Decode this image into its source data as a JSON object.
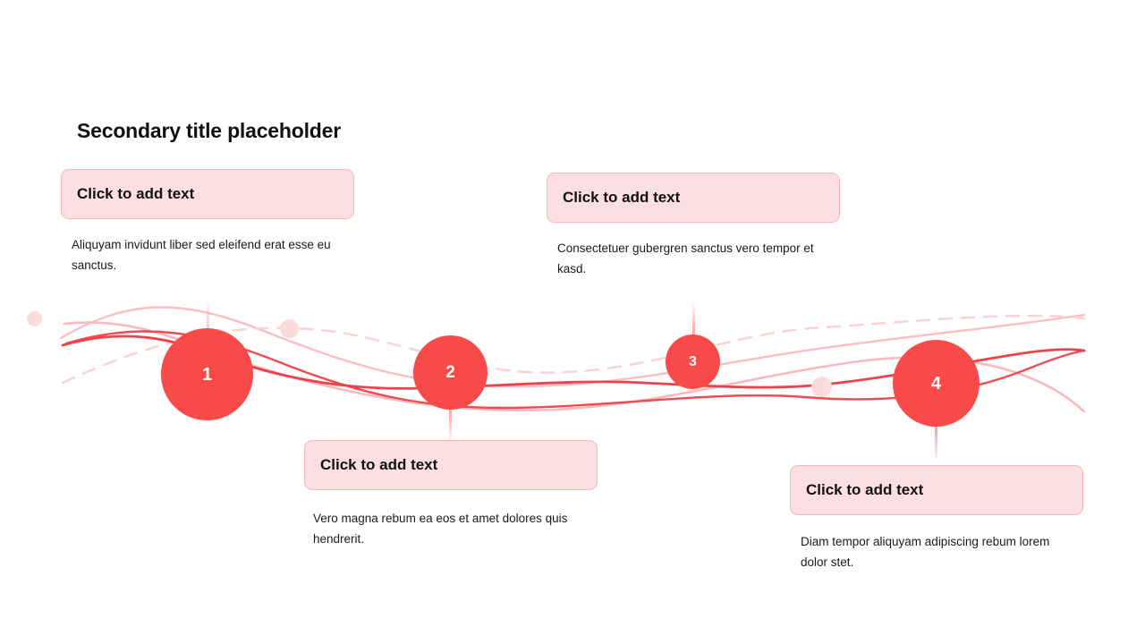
{
  "slide": {
    "title": "Secondary title placeholder",
    "background_color": "#ffffff",
    "accent_color": "#f94a4a",
    "card_fill_color": "#fcdfe2",
    "card_border_color": "#f6b8bd",
    "dot_color": "#fbdcdc"
  },
  "steps": [
    {
      "number": "1",
      "card_label": "Click to add text",
      "description": "Aliquyam invidunt liber sed eleifend erat esse eu sanctus."
    },
    {
      "number": "2",
      "card_label": "Click to add text",
      "description": "Vero magna rebum ea eos et amet dolores quis hendrerit."
    },
    {
      "number": "3",
      "card_label": "Click to add text",
      "description": "Consectetuer gubergren sanctus vero tempor et kasd."
    },
    {
      "number": "4",
      "card_label": "Click to add text",
      "description": "Diam tempor aliquyam adipiscing rebum lorem dolor stet."
    }
  ]
}
